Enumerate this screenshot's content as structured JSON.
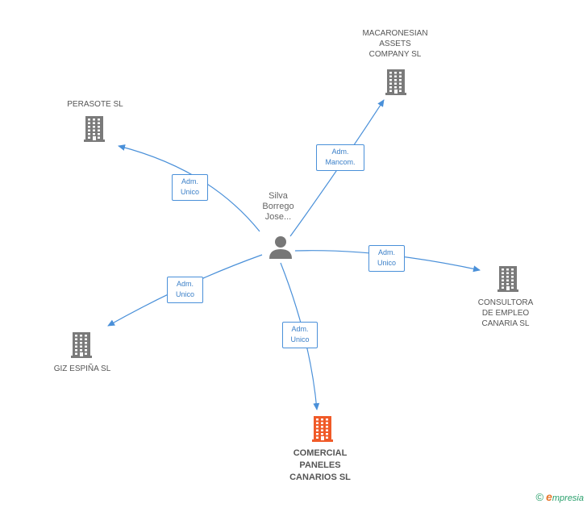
{
  "diagram": {
    "person": {
      "name": "Silva\nBorrego\nJose..."
    },
    "companies": [
      {
        "id": "macaronesian",
        "name": "MACARONESIAN\nASSETS\nCOMPANY  SL",
        "relation": "Adm.\nMancom."
      },
      {
        "id": "perasote",
        "name": "PERASOTE SL",
        "relation": "Adm.\nUnico"
      },
      {
        "id": "consultora",
        "name": "CONSULTORA\nDE EMPLEO\nCANARIA SL",
        "relation": "Adm.\nUnico"
      },
      {
        "id": "giz",
        "name": "GIZ ESPIÑA SL",
        "relation": "Adm.\nUnico"
      },
      {
        "id": "comercial",
        "name": "COMERCIAL\nPANELES\nCANARIOS SL",
        "relation": "Adm.\nUnico",
        "focus": true
      }
    ],
    "colors": {
      "edge": "#4a90d9",
      "building": "#7a7a7a",
      "focus_building": "#f05a28",
      "person": "#777777"
    }
  },
  "footer": {
    "copyright_symbol": "©",
    "brand_initial": "e",
    "brand_rest": "mpresia"
  }
}
